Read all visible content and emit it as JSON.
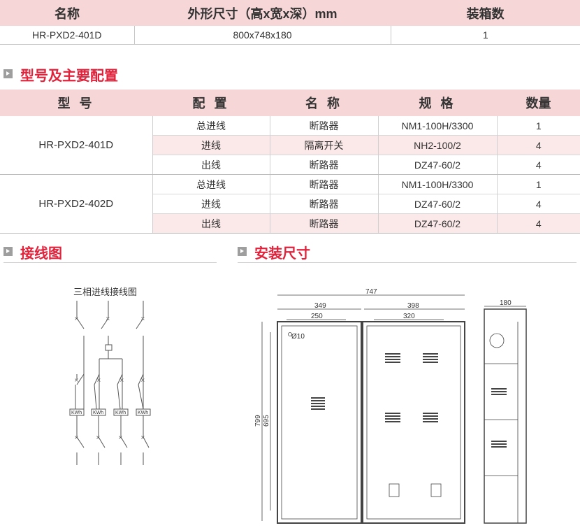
{
  "summary": {
    "headers": [
      "名称",
      "外形尺寸（高x宽x深）mm",
      "装箱数"
    ],
    "row": [
      "HR-PXD2-401D",
      "800x748x180",
      "1"
    ]
  },
  "sections": {
    "config": "型号及主要配置",
    "wiring": "接线图",
    "install": "安装尺寸"
  },
  "config_table": {
    "headers": [
      "型 号",
      "配 置",
      "名 称",
      "规 格",
      "数量"
    ],
    "groups": [
      {
        "model": "HR-PXD2-401D",
        "rows": [
          [
            "总进线",
            "断路器",
            "NM1-100H/3300",
            "1"
          ],
          [
            "进线",
            "隔离开关",
            "NH2-100/2",
            "4"
          ],
          [
            "出线",
            "断路器",
            "DZ47-60/2",
            "4"
          ]
        ]
      },
      {
        "model": "HR-PXD2-402D",
        "rows": [
          [
            "总进线",
            "断路器",
            "NM1-100H/3300",
            "1"
          ],
          [
            "进线",
            "断路器",
            "DZ47-60/2",
            "4"
          ],
          [
            "出线",
            "断路器",
            "DZ47-60/2",
            "4"
          ]
        ]
      }
    ]
  },
  "wiring_diagram": {
    "caption": "三相进线接线图",
    "meter_label": "KWh"
  },
  "install_drawing": {
    "overall_width": "747",
    "left_width": "349",
    "left_inner": "250",
    "right_width": "398",
    "right_inner": "320",
    "height_outer": "799",
    "height_inner": "695",
    "hole": "Ø10",
    "depth": "180"
  }
}
